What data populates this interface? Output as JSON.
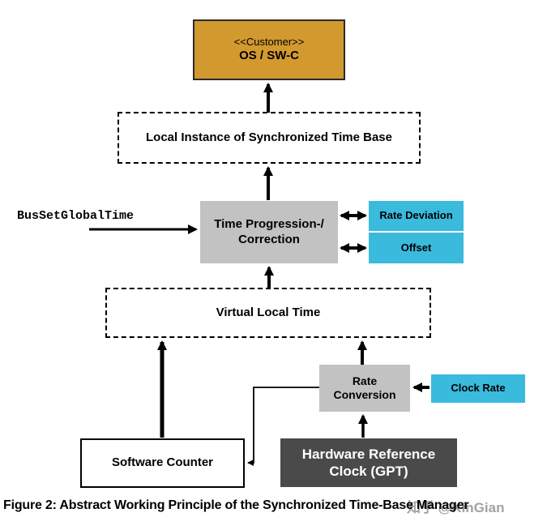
{
  "colors": {
    "orange": "#D2992F",
    "cyan": "#3ABADC",
    "gray": "#C2C2C2",
    "dark": "#4A4A4A",
    "watermark": "#A2A2A2"
  },
  "nodes": {
    "customer": {
      "stereotype": "<<Customer>>",
      "label": "OS / SW-C"
    },
    "local_instance": {
      "label": "Local Instance of Synchronized Time Base"
    },
    "time_progression": {
      "line1": "Time Progression-/",
      "line2": "Correction"
    },
    "rate_deviation": {
      "label": "Rate Deviation"
    },
    "offset": {
      "label": "Offset"
    },
    "virtual_local_time": {
      "label": "Virtual Local Time"
    },
    "rate_conversion": {
      "line1": "Rate",
      "line2": "Conversion"
    },
    "clock_rate": {
      "label": "Clock Rate"
    },
    "software_counter": {
      "label": "Software Counter"
    },
    "hardware_clock": {
      "line1": "Hardware Reference",
      "line2": "Clock (GPT)"
    }
  },
  "annotations": {
    "bus_call": "BusSetGlobalTime"
  },
  "caption": {
    "text": "Figure 2: Abstract Working Principle of the Synchronized Time-Base Manager",
    "watermark": "知乎 @KinGian"
  }
}
